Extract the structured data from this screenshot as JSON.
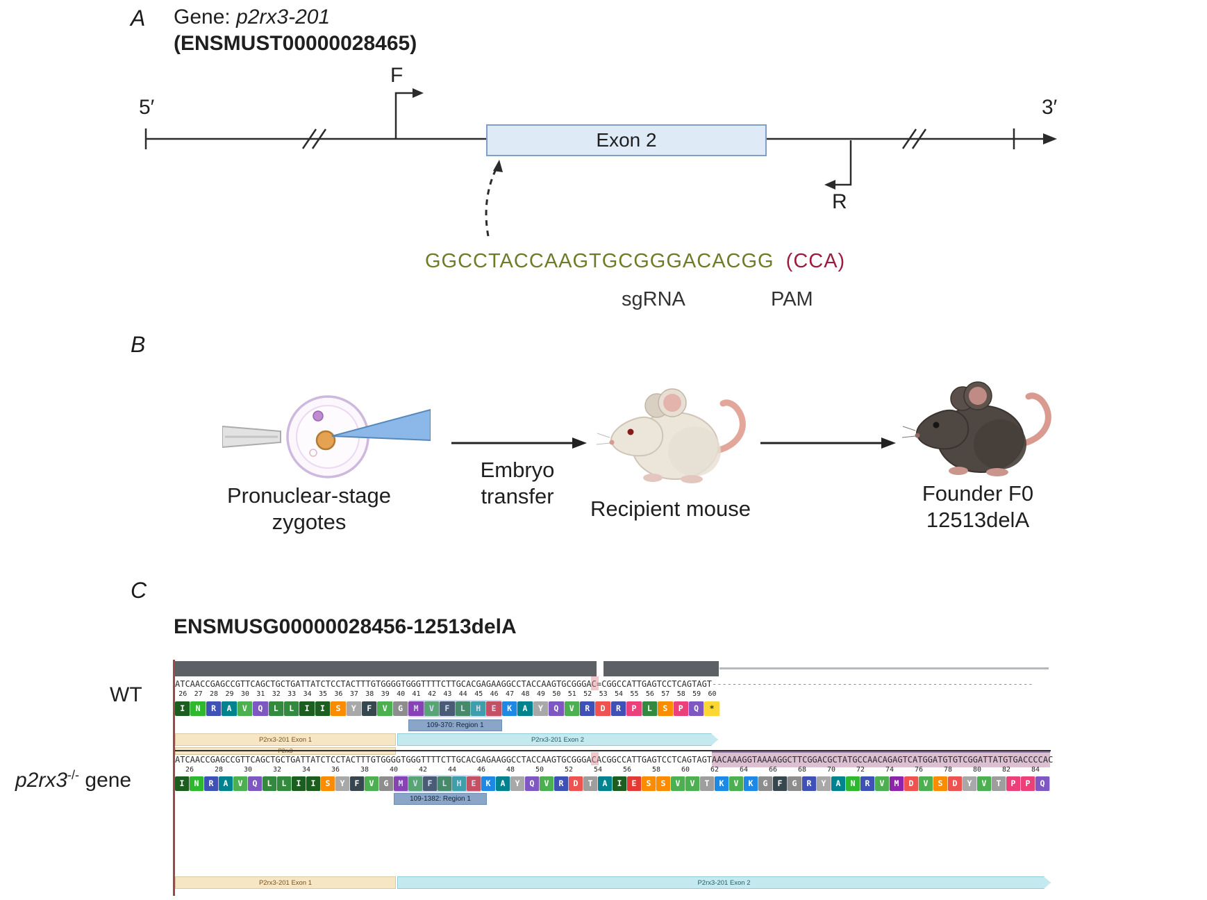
{
  "panelA": {
    "label": "A",
    "gene_prefix": "Gene: ",
    "gene_name": "p2rx3-201",
    "transcript_id": "(ENSMUST00000028465)",
    "five_prime": "5′",
    "three_prime": "3′",
    "forward_primer": "F",
    "reverse_primer": "R",
    "exon_label": "Exon 2",
    "sgrna_seq": "GGCCTACCAAGTGCGGGACACGG",
    "pam_seq": "(CCA)",
    "sgrna_label": "sgRNA",
    "pam_label": "PAM",
    "colors": {
      "sgrna": "#6d7c26",
      "pam": "#9e1b3e"
    }
  },
  "panelB": {
    "label": "B",
    "zygote_caption": "Pronuclear-stage zygotes",
    "arrow_label": "Embryo transfer",
    "recipient_caption": "Recipient mouse",
    "founder_caption_line1": "Founder F0",
    "founder_caption_line2": "12513delA"
  },
  "panelC": {
    "label": "C",
    "title": "ENSMUSG00000028456-12513delA",
    "wt_label": "WT",
    "ko_label_gene": "p2rx3",
    "ko_label_sup": "-/-",
    "ko_label_suffix": " gene",
    "aa_colors": {
      "I": "#1b5e20",
      "N": "#2eb82e",
      "R": "#3f51b5",
      "A": "#00838f",
      "V": "#4caf50",
      "Q": "#7e57c2",
      "L": "#338a3e",
      "S": "#fb8c00",
      "Y": "#a8a8a8",
      "F": "#37474f",
      "G": "#8d8d8d",
      "M": "#8e24aa",
      "H": "#26a69a",
      "E": "#e53935",
      "K": "#1e88e5",
      "D": "#ef5350",
      "P": "#ec407a",
      "T": "#9e9e9e",
      "*": "#fdd835"
    },
    "wt": {
      "dna": "ATCAACCGAGCCGTTCAGCTGCTGATTATCTCCTACTTTGTGGGGTGGGTTTTCTTGCACGAGAAGGCCTACCAAGTGCGGGAC=CGGCCATTGAGTCCTCAGTAGT",
      "gap": "----------------------------------------------------------------",
      "numbers": [
        26,
        27,
        28,
        29,
        30,
        31,
        32,
        33,
        34,
        35,
        36,
        37,
        38,
        39,
        40,
        41,
        42,
        43,
        44,
        45,
        46,
        47,
        48,
        49,
        50,
        51,
        52,
        53,
        54,
        55,
        56,
        57,
        58,
        59,
        60
      ],
      "aa": [
        "I",
        "N",
        "R",
        "A",
        "V",
        "Q",
        "L",
        "L",
        "I",
        "I",
        "S",
        "Y",
        "F",
        "V",
        "G",
        "M",
        "V",
        "F",
        "L",
        "H",
        "E",
        "K",
        "A",
        "Y",
        "Q",
        "V",
        "R",
        "D",
        "R",
        "P",
        "L",
        "S",
        "P",
        "Q",
        "*"
      ],
      "region_label": "109-370: Region 1",
      "exon1_label": "P2rx3-201 Exon 1",
      "exon2_label": "P2rx3-201 Exon 2",
      "gene_label": "P2rx3"
    },
    "ko": {
      "dna_left": "ATCAACCGAGCCGTTCAGCTGCTGATTATCTCCTACTTTGTGGGGTGGGTTTTCTTGCACGAGAAGGCCTACCAAGTGCGGGACACGGCCATTGAGTCCTCAGTAGT",
      "dna_right": "AACAAAGGTAAAAGGCTTCGGACGCTATGCCAACAGAGTCATGGATGTGTCGGATTATGTGACCCCAC",
      "numbers": [
        26,
        28,
        30,
        32,
        34,
        36,
        38,
        40,
        42,
        44,
        46,
        48,
        50,
        52,
        54,
        56,
        58,
        60,
        62,
        64,
        66,
        68,
        70,
        72,
        74,
        76,
        78,
        80,
        82,
        84
      ],
      "aa": [
        "I",
        "N",
        "R",
        "A",
        "V",
        "Q",
        "L",
        "L",
        "I",
        "I",
        "S",
        "Y",
        "F",
        "V",
        "G",
        "M",
        "V",
        "F",
        "L",
        "H",
        "E",
        "K",
        "A",
        "Y",
        "Q",
        "V",
        "R",
        "D",
        "T",
        "A",
        "I",
        "E",
        "S",
        "S",
        "V",
        "V",
        "T",
        "K",
        "V",
        "K",
        "G",
        "F",
        "G",
        "R",
        "Y",
        "A",
        "N",
        "R",
        "V",
        "M",
        "D",
        "V",
        "S",
        "D",
        "Y",
        "V",
        "T",
        "P",
        "P",
        "Q"
      ],
      "region_label": "109-1382: Region 1",
      "exon1_label": "P2rx3-201 Exon 1",
      "exon2_label": "P2rx3-201 Exon 2"
    }
  }
}
